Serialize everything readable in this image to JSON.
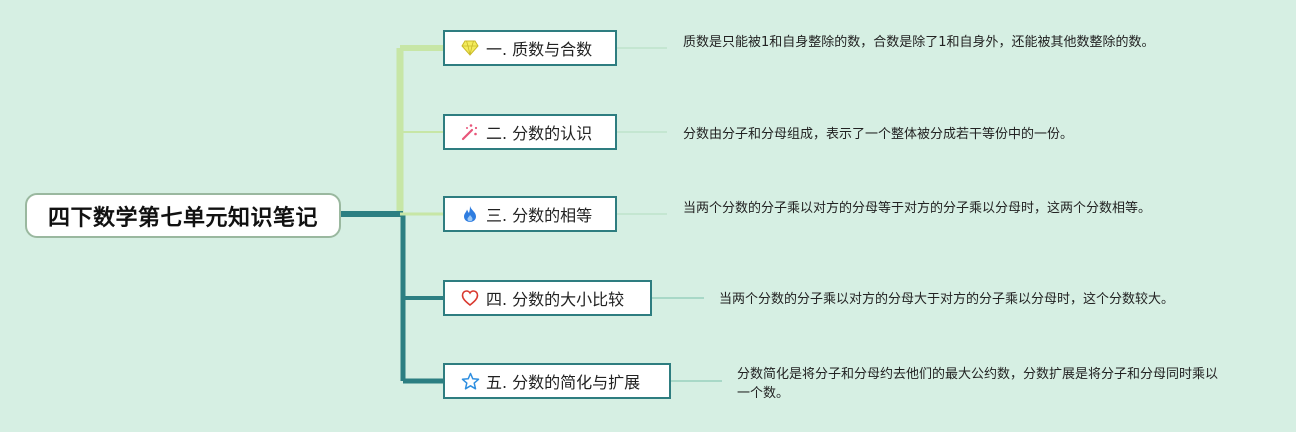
{
  "root": {
    "title": "四下数学第七单元知识笔记"
  },
  "branches": [
    {
      "icon": "diamond-icon",
      "label": "一. 质数与合数",
      "note": "质数是只能被1和自身整除的数，合数是除了1和自身外，还能被其他数整除的数。",
      "color": "#ebe04a"
    },
    {
      "icon": "magic-wand-icon",
      "label": "二. 分数的认识",
      "note": "分数由分子和分母组成，表示了一个整体被分成若干等份中的一份。",
      "color": "#e8567a"
    },
    {
      "icon": "flame-icon",
      "label": "三. 分数的相等",
      "note": "当两个分数的分子乘以对方的分母等于对方的分子乘以分母时，这两个分数相等。",
      "color": "#2f7de0"
    },
    {
      "icon": "heart-icon",
      "label": "四. 分数的大小比较",
      "note": "当两个分数的分子乘以对方的分母大于对方的分子乘以分母时，这个分数较大。",
      "color": "#d9382e"
    },
    {
      "icon": "star-icon",
      "label": "五. 分数的简化与扩展",
      "note": "分数简化是将分子和分母约去他们的最大公约数，分数扩展是将分子和分母同时乘以一个数。",
      "color": "#2f8fe0"
    }
  ]
}
